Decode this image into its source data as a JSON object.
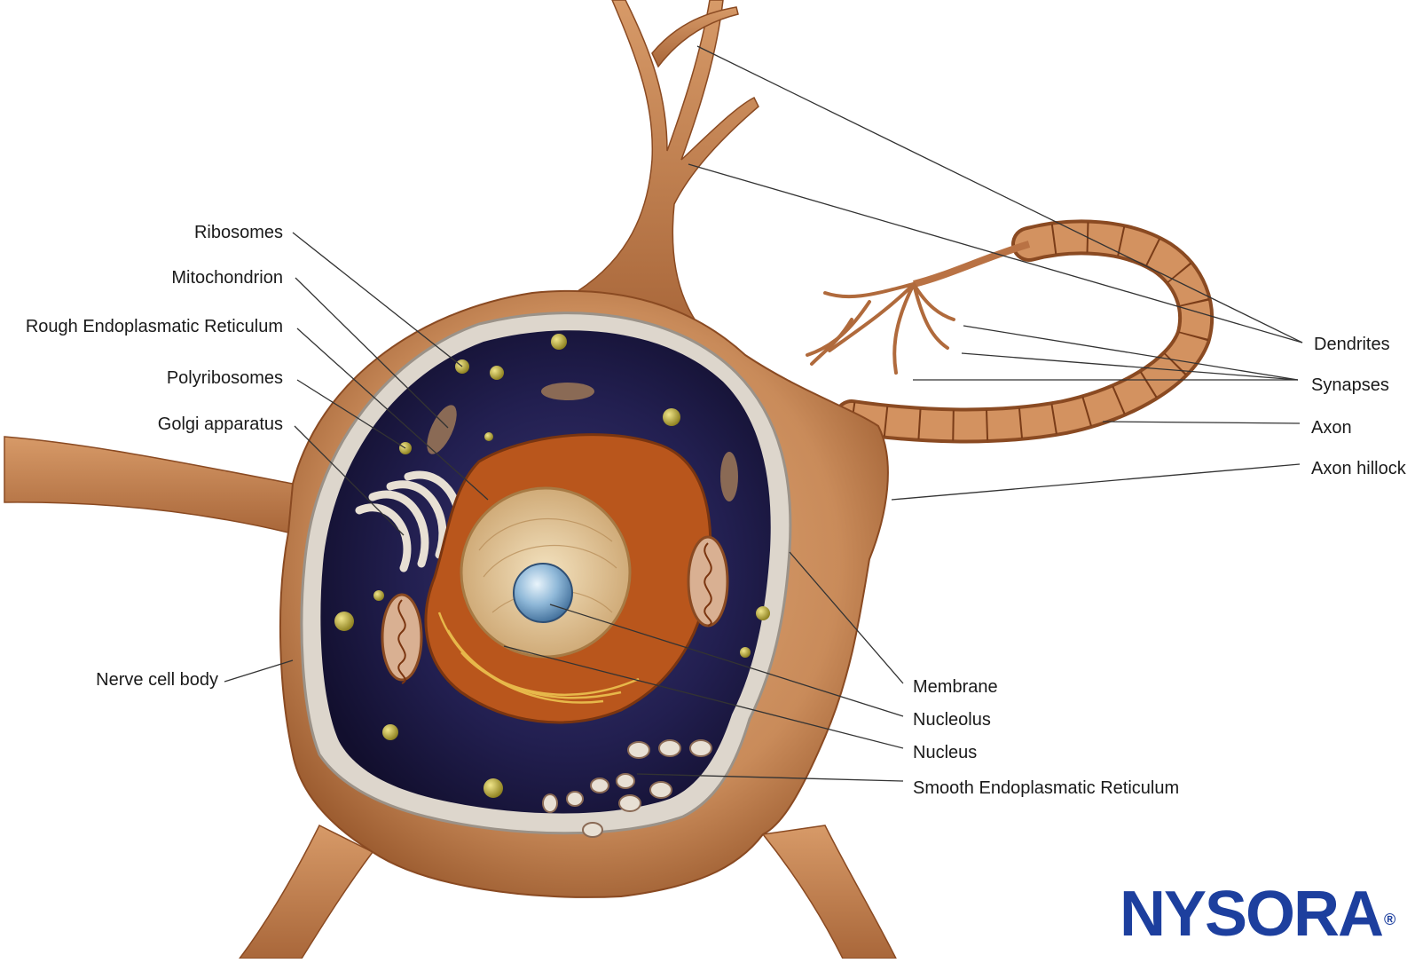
{
  "labels_left": {
    "ribosomes": "Ribosomes",
    "mitochondrion": "Mitochondrion",
    "rough_er": "Rough Endoplasmatic Reticulum",
    "polyribosomes": "Polyribosomes",
    "golgi": "Golgi apparatus",
    "cell_body": "Nerve cell body"
  },
  "labels_right": {
    "dendrites": "Dendrites",
    "synapses": "Synapses",
    "axon": "Axon",
    "axon_hillock": "Axon hillock",
    "membrane": "Membrane",
    "nucleolus": "Nucleolus",
    "nucleus": "Nucleus",
    "smooth_er": "Smooth Endoplasmatic Reticulum"
  },
  "logo": {
    "text": "NYSORA",
    "mark": "®"
  },
  "colors": {
    "cell_body": "#c98b5a",
    "cell_dark": "#8a4a22",
    "cytoplasm": "#1c1a45",
    "membrane": "#d9d2c8",
    "nucleus": "#e6c79a",
    "rough_er": "#b9561c",
    "nucleolus": "#8fb8d8",
    "granule": "#b8a93a",
    "logo": "#1d3f9e",
    "leader": "#333333"
  }
}
